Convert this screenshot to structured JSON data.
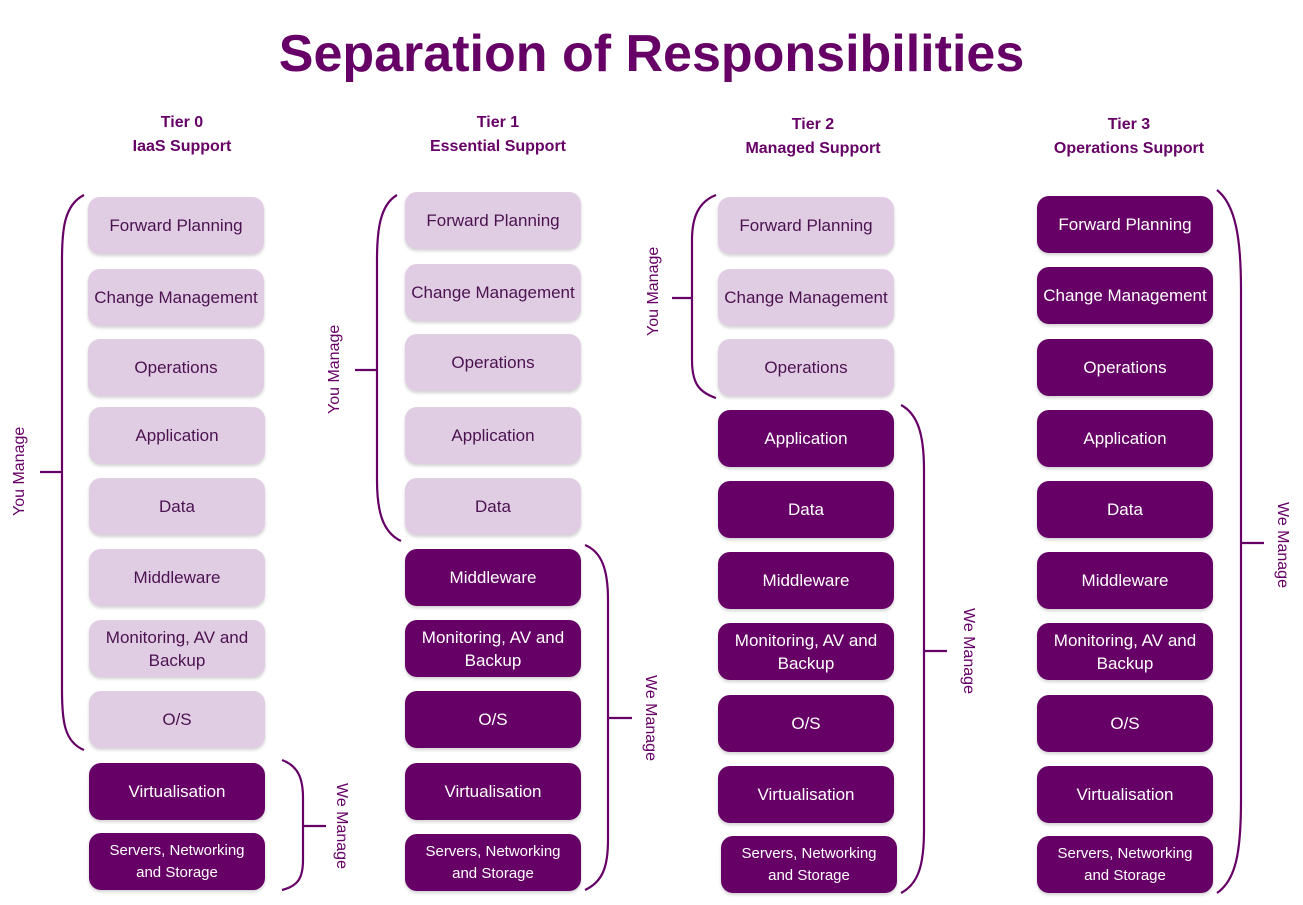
{
  "title": "Separation of Responsibilities",
  "colors": {
    "title": "#660066",
    "you_manage_box": "#e1cde3",
    "we_manage_box": "#660066",
    "bracket": "#660066"
  },
  "tiers": [
    {
      "tier": "Tier 0",
      "name": "IaaS Support",
      "you_manage_label": "You Manage",
      "we_manage_label": "We Manage",
      "items": [
        {
          "label": "Forward Planning",
          "managed_by": "you"
        },
        {
          "label": "Change Management",
          "managed_by": "you"
        },
        {
          "label": "Operations",
          "managed_by": "you"
        },
        {
          "label": "Application",
          "managed_by": "you"
        },
        {
          "label": "Data",
          "managed_by": "you"
        },
        {
          "label": "Middleware",
          "managed_by": "you"
        },
        {
          "label": "Monitoring, AV and Backup",
          "managed_by": "you"
        },
        {
          "label": "O/S",
          "managed_by": "you"
        },
        {
          "label": "Virtualisation",
          "managed_by": "we"
        },
        {
          "label": "Servers, Networking and Storage",
          "managed_by": "we"
        }
      ]
    },
    {
      "tier": "Tier 1",
      "name": "Essential Support",
      "you_manage_label": "You Manage",
      "we_manage_label": "We Manage",
      "items": [
        {
          "label": "Forward Planning",
          "managed_by": "you"
        },
        {
          "label": "Change Management",
          "managed_by": "you"
        },
        {
          "label": "Operations",
          "managed_by": "you"
        },
        {
          "label": "Application",
          "managed_by": "you"
        },
        {
          "label": "Data",
          "managed_by": "you"
        },
        {
          "label": "Middleware",
          "managed_by": "we"
        },
        {
          "label": "Monitoring, AV and Backup",
          "managed_by": "we"
        },
        {
          "label": "O/S",
          "managed_by": "we"
        },
        {
          "label": "Virtualisation",
          "managed_by": "we"
        },
        {
          "label": "Servers, Networking and Storage",
          "managed_by": "we"
        }
      ]
    },
    {
      "tier": "Tier 2",
      "name": "Managed Support",
      "you_manage_label": "You Manage",
      "we_manage_label": "We Manage",
      "items": [
        {
          "label": "Forward Planning",
          "managed_by": "you"
        },
        {
          "label": "Change Management",
          "managed_by": "you"
        },
        {
          "label": "Operations",
          "managed_by": "you"
        },
        {
          "label": "Application",
          "managed_by": "we"
        },
        {
          "label": "Data",
          "managed_by": "we"
        },
        {
          "label": "Middleware",
          "managed_by": "we"
        },
        {
          "label": "Monitoring, AV and Backup",
          "managed_by": "we"
        },
        {
          "label": "O/S",
          "managed_by": "we"
        },
        {
          "label": "Virtualisation",
          "managed_by": "we"
        },
        {
          "label": "Servers, Networking and Storage",
          "managed_by": "we"
        }
      ]
    },
    {
      "tier": "Tier 3",
      "name": "Operations Support",
      "we_manage_label": "We Manage",
      "items": [
        {
          "label": "Forward Planning",
          "managed_by": "we"
        },
        {
          "label": "Change Management",
          "managed_by": "we"
        },
        {
          "label": "Operations",
          "managed_by": "we"
        },
        {
          "label": "Application",
          "managed_by": "we"
        },
        {
          "label": "Data",
          "managed_by": "we"
        },
        {
          "label": "Middleware",
          "managed_by": "we"
        },
        {
          "label": "Monitoring, AV and Backup",
          "managed_by": "we"
        },
        {
          "label": "O/S",
          "managed_by": "we"
        },
        {
          "label": "Virtualisation",
          "managed_by": "we"
        },
        {
          "label": "Servers, Networking and Storage",
          "managed_by": "we"
        }
      ]
    }
  ]
}
